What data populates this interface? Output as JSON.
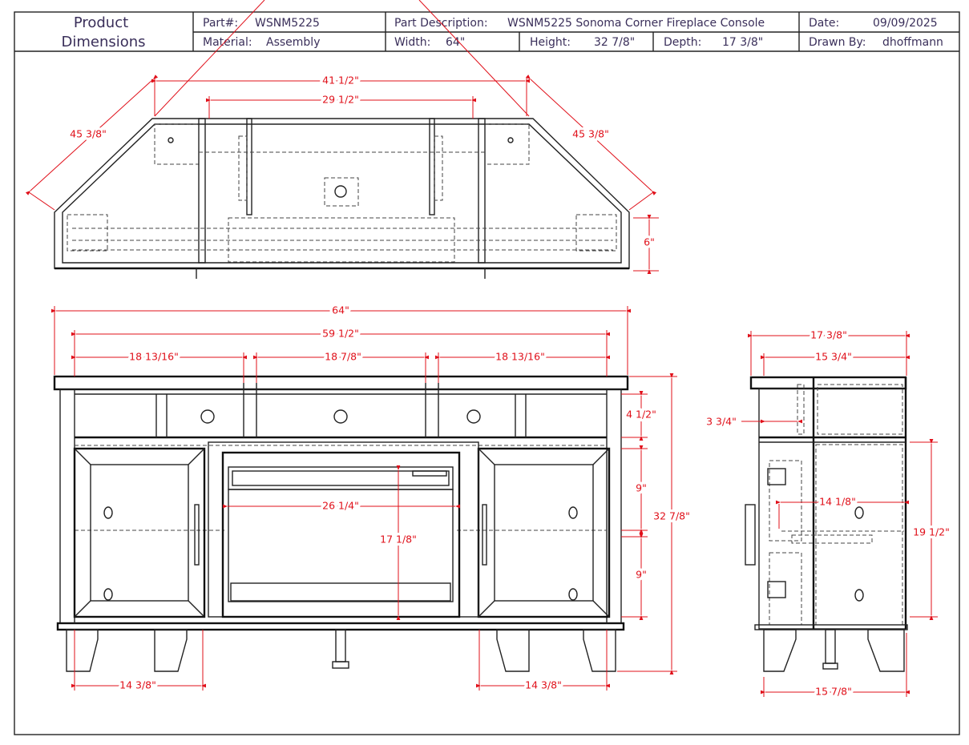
{
  "title_block": {
    "title_line1": "Product",
    "title_line2": "Dimensions",
    "part_label": "Part#:",
    "part_value": "WSNM5225",
    "description_label": "Part Description:",
    "description_value": "WSNM5225 Sonoma Corner Fireplace Console",
    "date_label": "Date:",
    "date_value": "09/09/2025",
    "material_label": "Material:",
    "material_value": "Assembly",
    "width_label": "Width:",
    "width_value": "64\"",
    "height_label": "Height:",
    "height_value": "32 7/8\"",
    "depth_label": "Depth:",
    "depth_value": "17 3/8\"",
    "drawn_by_label": "Drawn By:",
    "drawn_by_value": "dhoffmann"
  },
  "top_view": {
    "back_width": "41 1/2\"",
    "inner_width": "29 1/2\"",
    "left_diagonal": "45 3/8\"",
    "right_diagonal": "45 3/8\"",
    "side_depth": "6\""
  },
  "front_view": {
    "overall_width": "64\"",
    "body_width": "59 1/2\"",
    "left_section": "18 13/16\"",
    "center_section": "18 7/8\"",
    "right_section": "18 13/16\"",
    "drawer_height": "4 1/2\"",
    "upper_shelf": "9\"",
    "lower_shelf": "9\"",
    "overall_height": "32 7/8\"",
    "fireplace_width": "26 1/4\"",
    "fireplace_height": "17 1/8\"",
    "left_door": "14 3/8\"",
    "right_door": "14 3/8\""
  },
  "side_view": {
    "overall_depth": "17 3/8\"",
    "body_depth": "15 3/4\"",
    "drawer_offset": "3 3/4\"",
    "shelf_depth": "14 1/8\"",
    "cabinet_height": "19 1/2\"",
    "base_depth": "15 7/8\""
  },
  "colors": {
    "dimension": "#e0101a",
    "line": "#222222",
    "title": "#3a2f5a"
  }
}
